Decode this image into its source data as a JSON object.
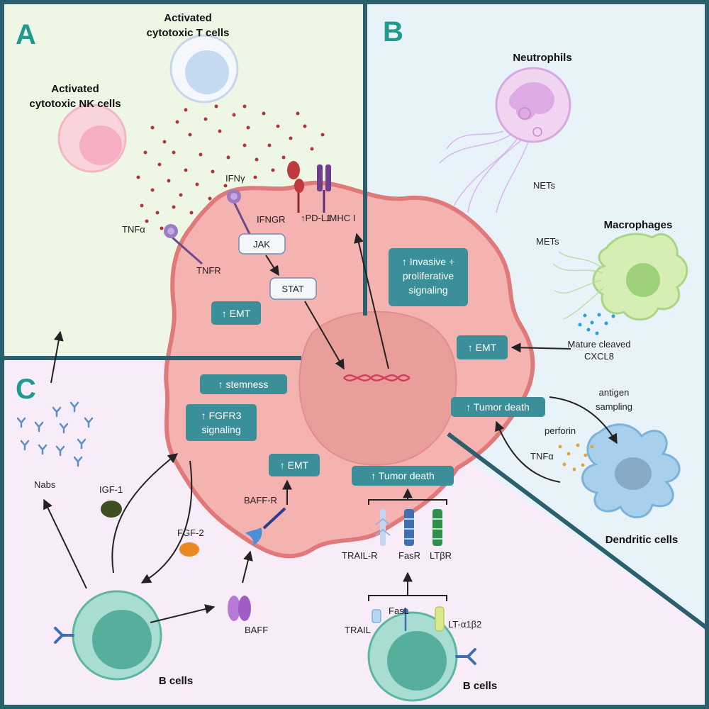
{
  "colors": {
    "panel_a_bg": "#eef7e6",
    "panel_b_bg": "#e8f3f9",
    "panel_c_bg": "#f7ecf8",
    "frame": "#2c5f6e",
    "letter": "#1f9a8f",
    "teal_box": "#3a8f98",
    "tumor": "#f4b3b0",
    "tumor_edge": "#e07a7a",
    "nucleus": "#ea9e9c"
  },
  "panels": {
    "a": "A",
    "b": "B",
    "c": "C"
  },
  "cells": {
    "t_cells": [
      "Activated",
      "cytotoxic T cells"
    ],
    "nk_cells": [
      "Activated",
      "cytotoxic NK cells"
    ],
    "neutrophils": "Neutrophils",
    "macrophages": "Macrophages",
    "dendritic": "Dendritic cells",
    "b_cells_left": "B cells",
    "b_cells_right": "B cells"
  },
  "labels": {
    "tnfa": "TNFα",
    "tnfr": "TNFR",
    "ifng": "IFNγ",
    "ifngr": "IFNGR",
    "pdl1": "↑PD-L1",
    "mhc": "↓MHC I",
    "jak": "JAK",
    "stat": "STAT",
    "nets": "NETs",
    "mets": "METs",
    "cxcl8": [
      "Mature cleaved",
      "CXCL8"
    ],
    "antigen": [
      "antigen",
      "sampling"
    ],
    "perforin": "perforin",
    "tnfa_dc": "TNFα",
    "nabs": "Nabs",
    "igf1": "IGF-1",
    "fgf2": "FGF-2",
    "baff_r": "BAFF-R",
    "baff": "BAFF",
    "trail_r": "TRAIL-R",
    "fasr": "FasR",
    "ltbr": "LTβR",
    "trail": "TRAIL",
    "fasl": "FasL",
    "lt": "LT-α1β2"
  },
  "boxes": {
    "emt_a": "↑ EMT",
    "invasive": [
      "↑ Invasive +",
      "proliferative",
      "signaling"
    ],
    "emt_b": "↑ EMT",
    "tumor_death_b": "↑ Tumor death",
    "stemness": "↑ stemness",
    "fgfr3": [
      "↑ FGFR3",
      "signaling"
    ],
    "emt_c": "↑ EMT",
    "tumor_death_c": "↑ Tumor death"
  }
}
